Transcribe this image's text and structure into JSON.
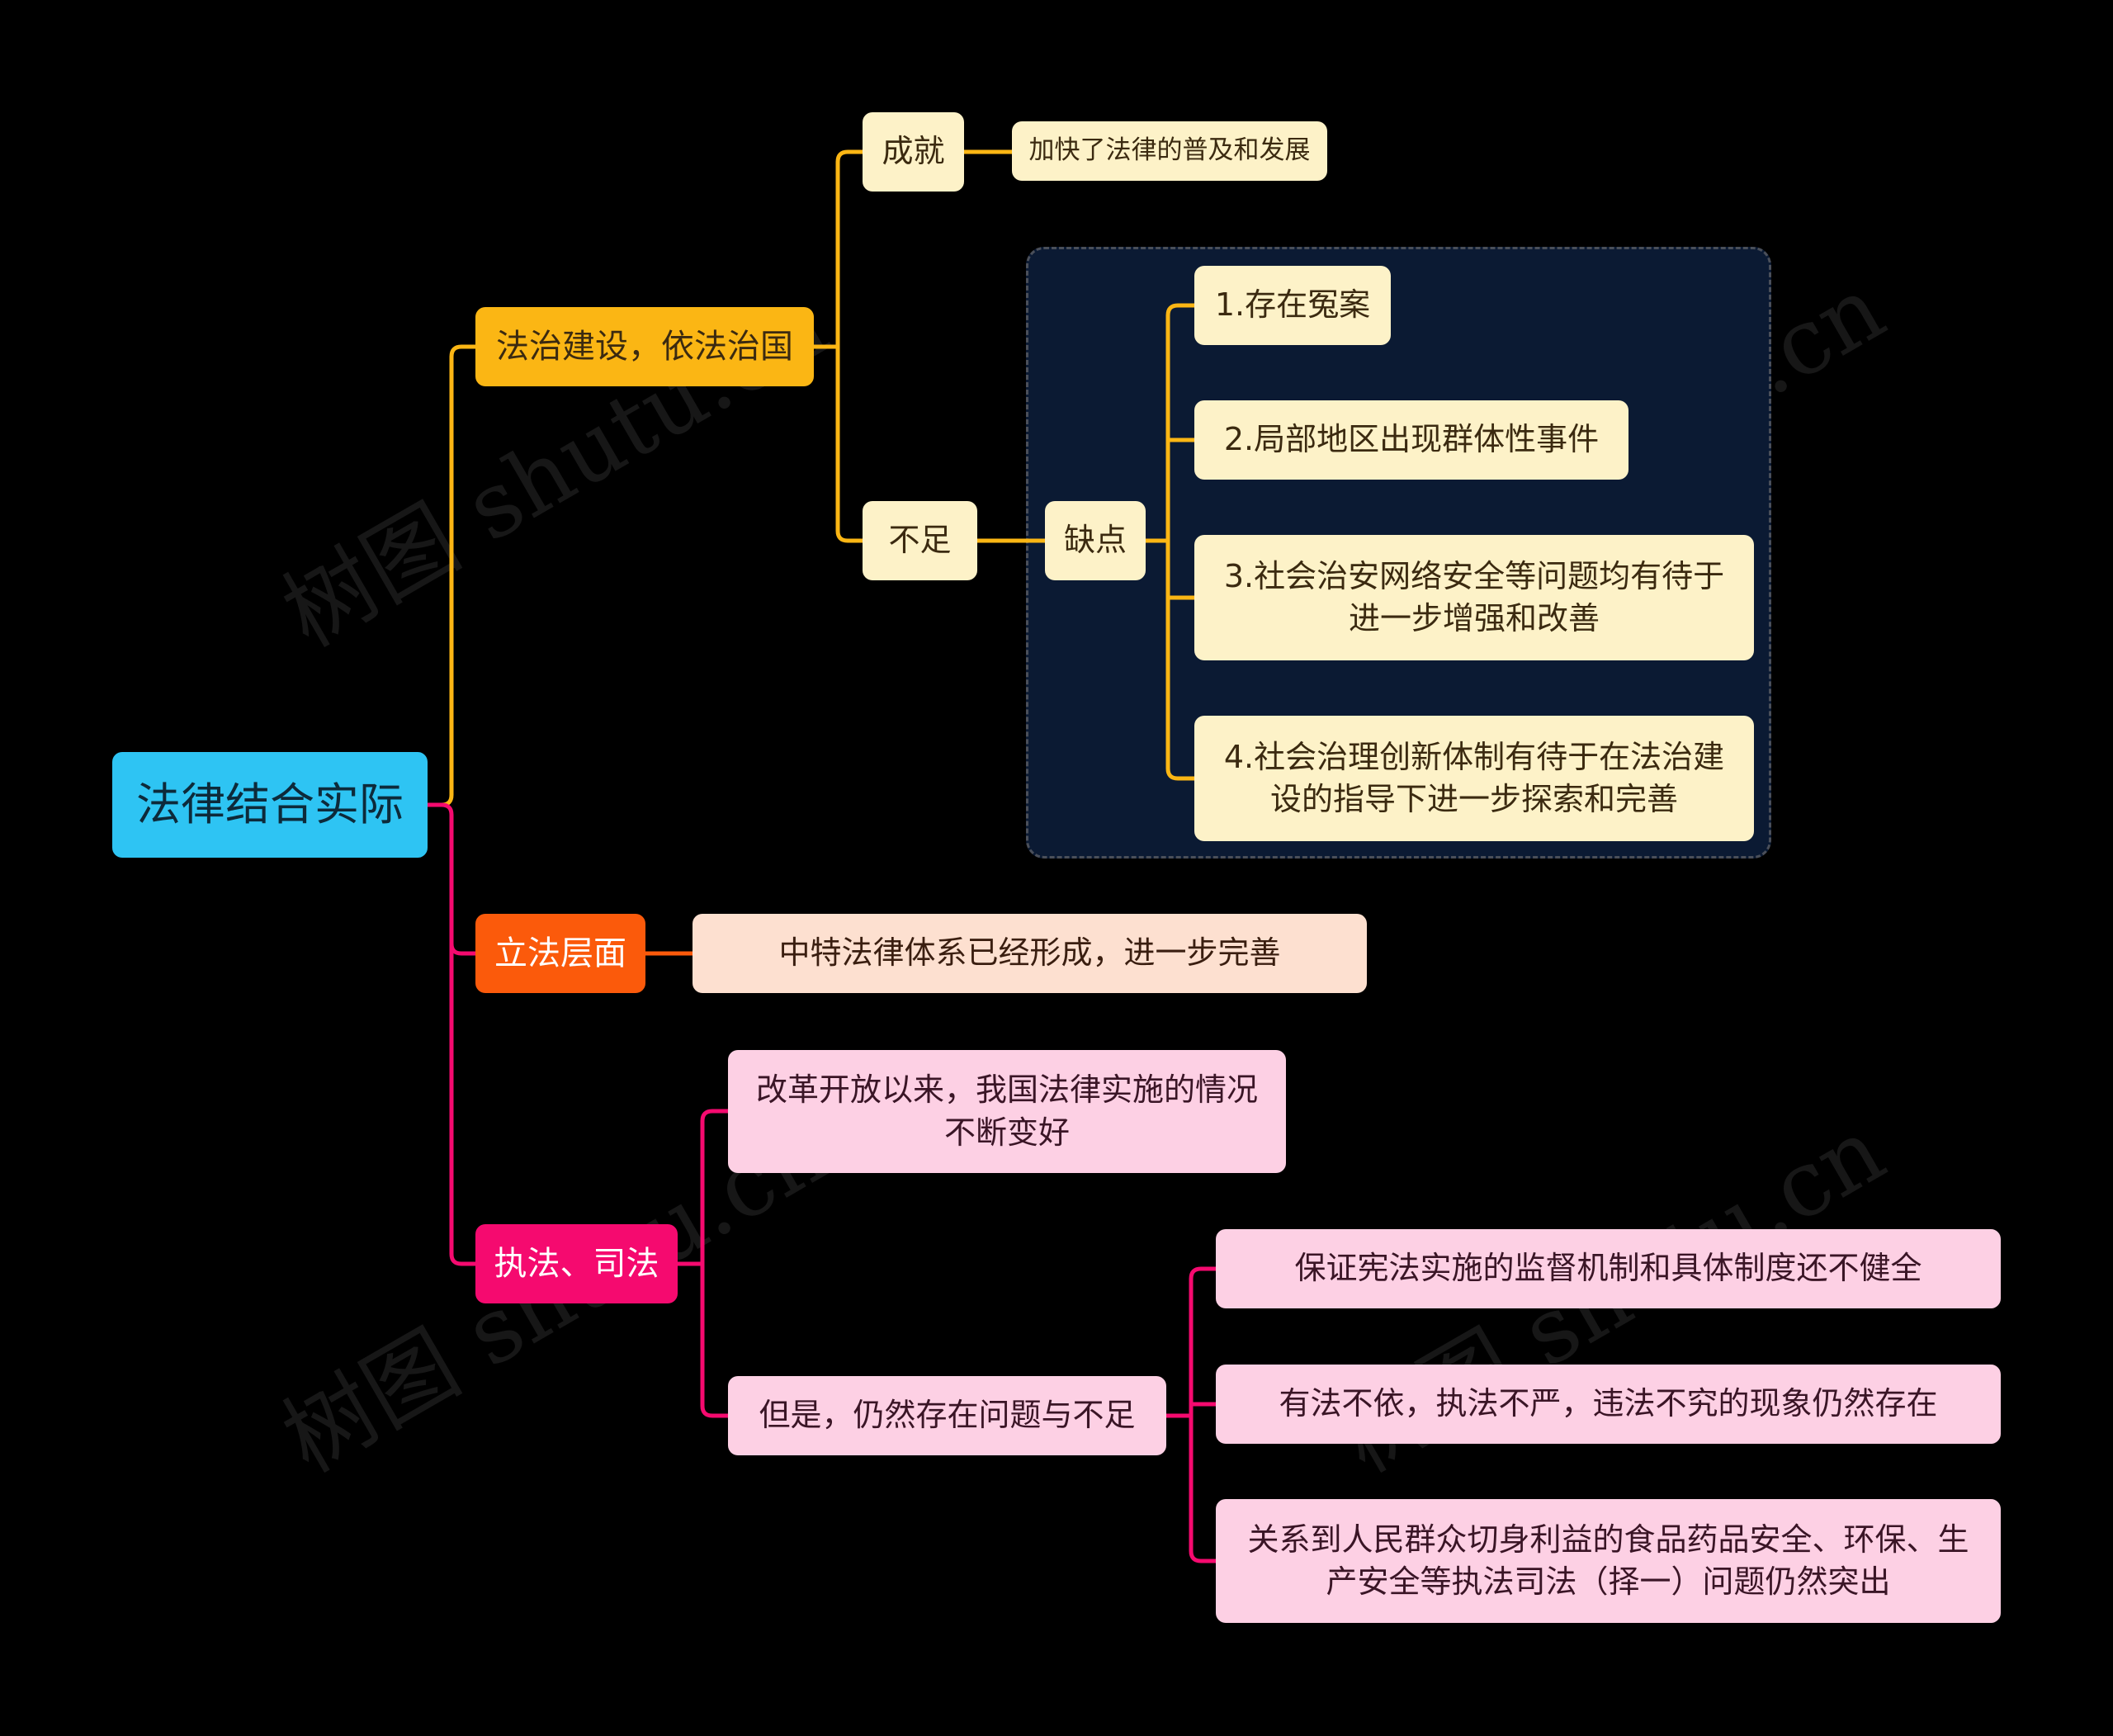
{
  "root": {
    "label": "法律结合实际"
  },
  "branches": {
    "rule_of_law": {
      "label": "法治建设，依法治国",
      "achievement": {
        "label": "成就",
        "detail": "加快了法律的普及和发展"
      },
      "shortfall": {
        "label": "不足",
        "defects": {
          "label": "缺点",
          "items": [
            "1.存在冤案",
            "2.局部地区出现群体性事件",
            "3.社会治安网络安全等问题均有待于进一步增强和改善",
            "4.社会治理创新体制有待于在法治建设的指导下进一步探索和完善"
          ]
        }
      }
    },
    "legislation": {
      "label": "立法层面",
      "detail": "中特法律体系已经形成，进一步完善"
    },
    "enforcement": {
      "label": "执法、司法",
      "progress": "改革开放以来，我国法律实施的情况不断变好",
      "problems": {
        "label": "但是，仍然存在问题与不足",
        "items": [
          "保证宪法实施的监督机制和具体制度还不健全",
          "有法不依，执法不严，违法不究的现象仍然存在",
          "关系到人民群众切身利益的食品药品安全、环保、生产安全等执法司法（择一）问题仍然突出"
        ]
      }
    }
  },
  "watermark": "树图 shutu.cn",
  "colors": {
    "root": "#2ec4f3",
    "rule_of_law": "#fbb614",
    "legislation": "#fb5a0b",
    "enforcement": "#f50a6f",
    "cream": "#fdf2c8",
    "pink": "#fdd0e4",
    "peach": "#fde0d0",
    "group_box": "#0b1a33"
  }
}
